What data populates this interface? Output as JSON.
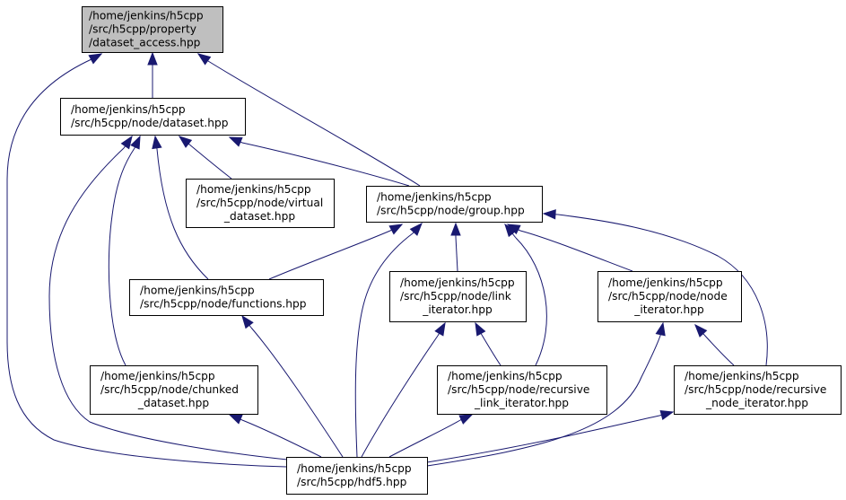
{
  "diagram": {
    "type": "include-dependency-graph",
    "edge_color": "#191970",
    "root_fill": "#bfbfbf",
    "node_fill": "#ffffff",
    "nodes": [
      {
        "id": "dataset_access",
        "root": true,
        "lines": [
          "/home/jenkins/h5cpp",
          "/src/h5cpp/property",
          "/dataset_access.hpp"
        ]
      },
      {
        "id": "dataset",
        "root": false,
        "lines": [
          "/home/jenkins/h5cpp",
          "/src/h5cpp/node/dataset.hpp"
        ]
      },
      {
        "id": "virtual_dataset",
        "root": false,
        "lines": [
          "/home/jenkins/h5cpp",
          "/src/h5cpp/node/virtual",
          "_dataset.hpp"
        ]
      },
      {
        "id": "group",
        "root": false,
        "lines": [
          "/home/jenkins/h5cpp",
          "/src/h5cpp/node/group.hpp"
        ]
      },
      {
        "id": "functions",
        "root": false,
        "lines": [
          "/home/jenkins/h5cpp",
          "/src/h5cpp/node/functions.hpp"
        ]
      },
      {
        "id": "link_iterator",
        "root": false,
        "lines": [
          "/home/jenkins/h5cpp",
          "/src/h5cpp/node/link",
          "_iterator.hpp"
        ]
      },
      {
        "id": "node_iterator",
        "root": false,
        "lines": [
          "/home/jenkins/h5cpp",
          "/src/h5cpp/node/node",
          "_iterator.hpp"
        ]
      },
      {
        "id": "chunked_dataset",
        "root": false,
        "lines": [
          "/home/jenkins/h5cpp",
          "/src/h5cpp/node/chunked",
          "_dataset.hpp"
        ]
      },
      {
        "id": "recursive_link_iterator",
        "root": false,
        "lines": [
          "/home/jenkins/h5cpp",
          "/src/h5cpp/node/recursive",
          "_link_iterator.hpp"
        ]
      },
      {
        "id": "recursive_node_iterator",
        "root": false,
        "lines": [
          "/home/jenkins/h5cpp",
          "/src/h5cpp/node/recursive",
          "_node_iterator.hpp"
        ]
      },
      {
        "id": "hdf5",
        "root": false,
        "lines": [
          "/home/jenkins/h5cpp",
          "/src/h5cpp/hdf5.hpp"
        ]
      }
    ],
    "edges": [
      {
        "from": "dataset",
        "to": "dataset_access"
      },
      {
        "from": "group",
        "to": "dataset_access"
      },
      {
        "from": "hdf5",
        "to": "dataset_access"
      },
      {
        "from": "virtual_dataset",
        "to": "dataset"
      },
      {
        "from": "group",
        "to": "dataset"
      },
      {
        "from": "functions",
        "to": "dataset"
      },
      {
        "from": "chunked_dataset",
        "to": "dataset"
      },
      {
        "from": "hdf5",
        "to": "dataset"
      },
      {
        "from": "functions",
        "to": "group"
      },
      {
        "from": "hdf5",
        "to": "group"
      },
      {
        "from": "link_iterator",
        "to": "group"
      },
      {
        "from": "recursive_link_iterator",
        "to": "group"
      },
      {
        "from": "node_iterator",
        "to": "group"
      },
      {
        "from": "recursive_node_iterator",
        "to": "group"
      },
      {
        "from": "hdf5",
        "to": "functions"
      },
      {
        "from": "hdf5",
        "to": "link_iterator"
      },
      {
        "from": "recursive_link_iterator",
        "to": "link_iterator"
      },
      {
        "from": "hdf5",
        "to": "node_iterator"
      },
      {
        "from": "recursive_node_iterator",
        "to": "node_iterator"
      },
      {
        "from": "hdf5",
        "to": "chunked_dataset"
      },
      {
        "from": "hdf5",
        "to": "recursive_link_iterator"
      },
      {
        "from": "hdf5",
        "to": "recursive_node_iterator"
      }
    ]
  }
}
